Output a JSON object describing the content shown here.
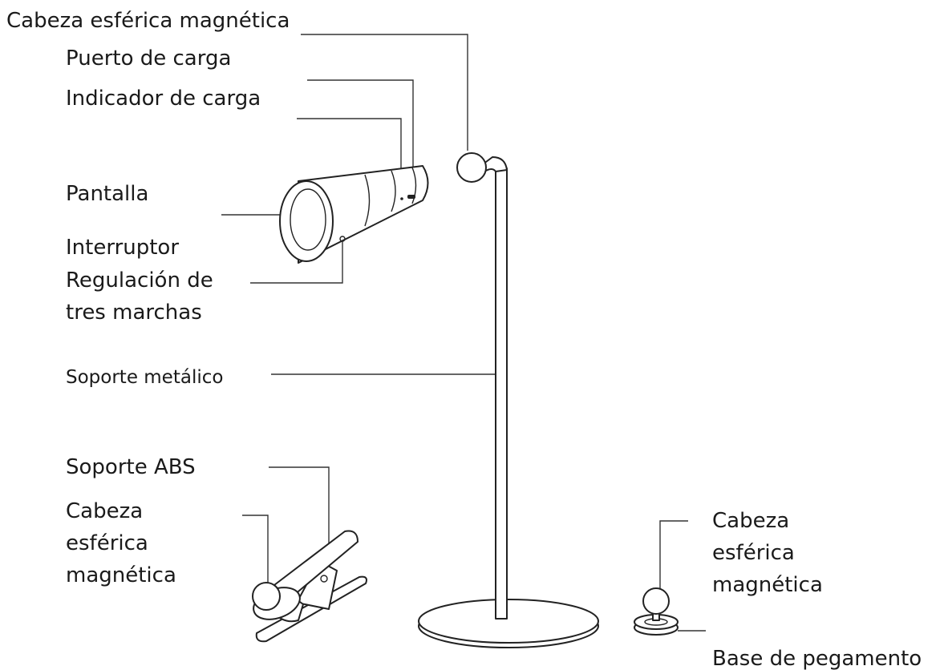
{
  "labels": {
    "cabeza_top": "Cabeza esférica magnética",
    "puerto": "Puerto de carga",
    "indicador": "Indicador de carga",
    "pantalla": "Pantalla",
    "interruptor": "Interruptor",
    "regulacion_1": "Regulación de",
    "regulacion_2": "tres marchas",
    "soporte_metalico": "Soporte metálico",
    "soporte_abs": "Soporte ABS",
    "clip_cabeza_1": "Cabeza",
    "clip_cabeza_2": "esférica",
    "clip_cabeza_3": "magnética",
    "right_cabeza_1": "Cabeza",
    "right_cabeza_2": "esférica",
    "right_cabeza_3": "magnética",
    "base_pegamento": "Base de pegamento"
  }
}
